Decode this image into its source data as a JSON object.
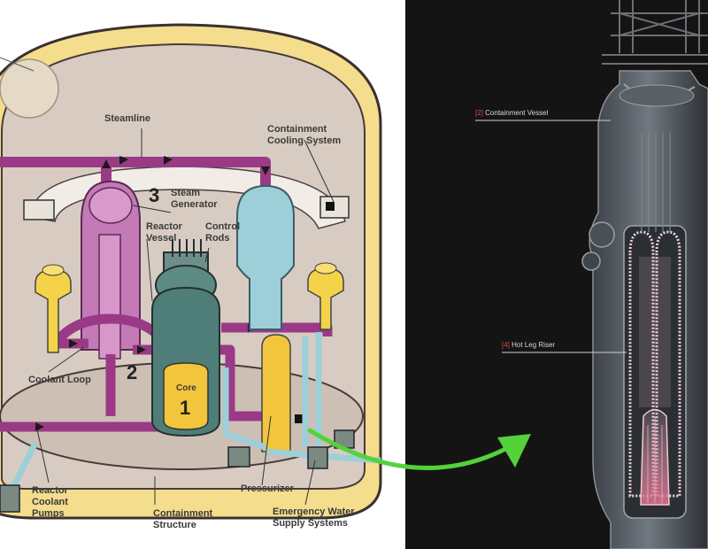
{
  "left_diagram": {
    "labels": {
      "steamline": "Steamline",
      "containment_cooling": "Containment\nCooling System",
      "steam_generator": "Steam\nGenerator",
      "reactor_vessel": "Reactor\nVessel",
      "control_rods": "Control\nRods",
      "core": "Core",
      "coolant_loop": "Coolant Loop",
      "reactor_coolant_pumps": "Reactor\nCoolant\nPumps",
      "containment_structure": "Containment\nStructure",
      "pressurizer": "Pressurizer",
      "emergency_water": "Emergency Water\nSupply Systems"
    },
    "numbers": {
      "n1": "1",
      "n2": "2",
      "n3": "3"
    }
  },
  "right_render": {
    "callouts": [
      {
        "tag": "[2]",
        "text": "Containment Vessel"
      },
      {
        "tag": "[4]",
        "text": "Hot Leg Riser"
      }
    ]
  },
  "colors": {
    "dome_fill": "#d8ccc2",
    "dome_rim": "#f4dd8c",
    "loop_purple": "#9a3a87",
    "sg_pink": "#c47ab6",
    "pressurizer_blue": "#9ccfd8",
    "vessel_teal": "#4f7e79",
    "core_yellow": "#f2c53d",
    "pump_yellow": "#f4d24a",
    "arrow_green": "#54d23a",
    "dark_bg": "#141414"
  }
}
